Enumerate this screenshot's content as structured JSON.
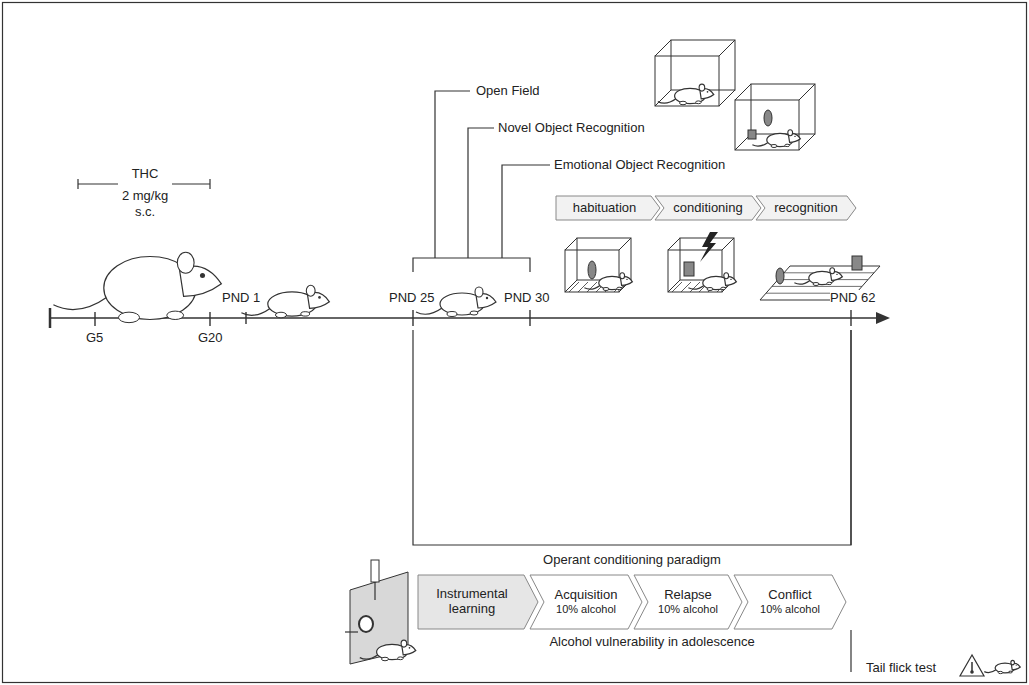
{
  "diagram": {
    "nodes": [
      {
        "text": [
          "habituation"
        ]
      },
      {
        "text": [
          "conditioning"
        ]
      },
      {
        "text": [
          "recognition"
        ]
      },
      {
        "text": [
          "Instrumental learning"
        ]
      },
      {
        "text": [
          "Acquisition",
          "10% alcohol"
        ]
      },
      {
        "text": [
          "Relapse",
          "10% alcohol"
        ]
      },
      {
        "text": [
          "Conflict",
          "10% alcohol"
        ]
      }
    ],
    "labels": [
      "Open Field",
      "Novel Object Recognition",
      "Emotional Object Recognition",
      "THC",
      "2 mg/kg s.c.",
      "PND 1",
      "PND 25",
      "PND 30",
      "PND 62",
      "G5",
      "G20",
      "Operant conditioning paradigm",
      "Alcohol vulnerability in adolescence",
      "Tail flick test"
    ]
  }
}
